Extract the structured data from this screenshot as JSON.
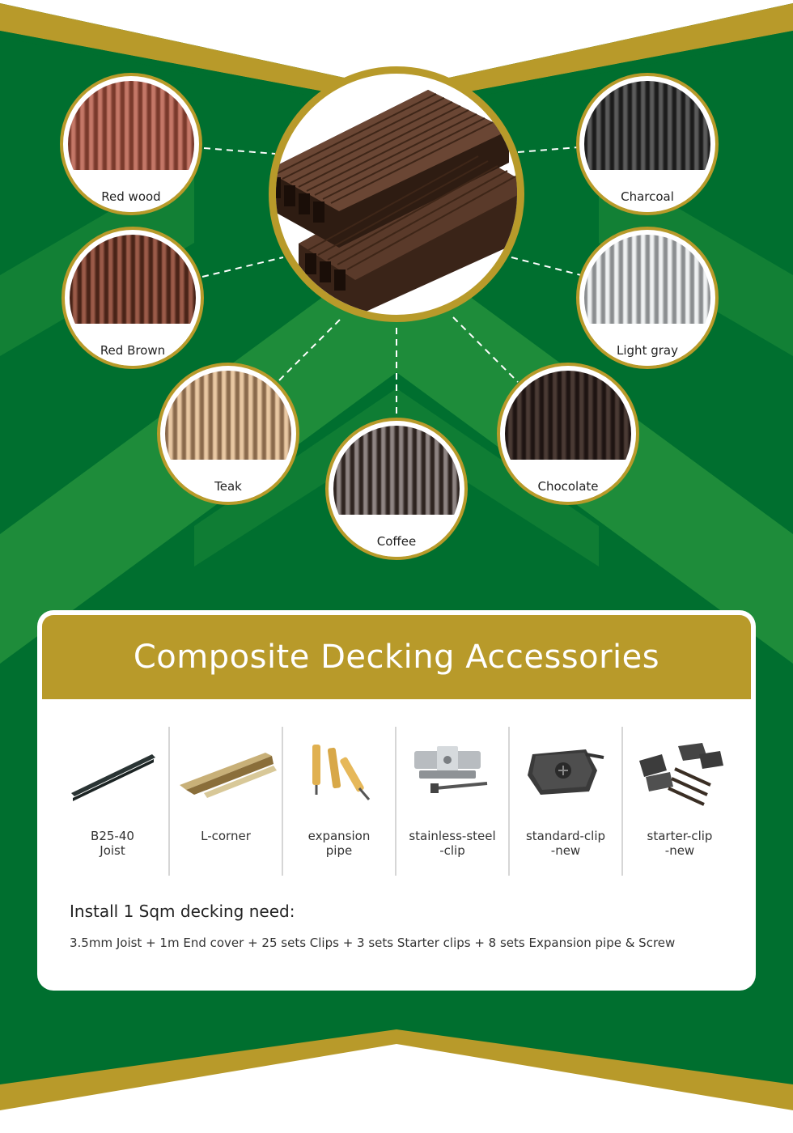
{
  "colors": {
    "dark_green": "#006f2f",
    "mid_green": "#1e8c3a",
    "gold": "#b89a2a",
    "white": "#ffffff"
  },
  "swatches": [
    {
      "label": "Red wood",
      "dark": "#7a3a2c",
      "light": "#c47767"
    },
    {
      "label": "Charcoal",
      "dark": "#1c1c1c",
      "light": "#5a5a5a"
    },
    {
      "label": "Red Brown",
      "dark": "#4a2418",
      "light": "#9a5a48"
    },
    {
      "label": "Light gray",
      "dark": "#8b8e90",
      "light": "#eef0f1"
    },
    {
      "label": "Teak",
      "dark": "#8a6a4c",
      "light": "#e8c7a2"
    },
    {
      "label": "Coffee",
      "dark": "#2e2420",
      "light": "#8e8482"
    },
    {
      "label": "Chocolate",
      "dark": "#1e1412",
      "light": "#4a3a34"
    }
  ],
  "hero": {
    "icon": "decking-board-icon",
    "color": "#5a3a2a"
  },
  "accessories_section": {
    "title": "Composite Decking Accessories",
    "items": [
      {
        "line1": "B25-40",
        "line2": "Joist",
        "icon": "joist-icon"
      },
      {
        "line1": "L-corner",
        "line2": "",
        "icon": "l-corner-icon"
      },
      {
        "line1": "expansion",
        "line2": "pipe",
        "icon": "expansion-pipe-icon"
      },
      {
        "line1": "stainless-steel",
        "line2": "-clip",
        "icon": "stainless-clip-icon"
      },
      {
        "line1": "standard-clip",
        "line2": "-new",
        "icon": "standard-clip-icon"
      },
      {
        "line1": "starter-clip",
        "line2": "-new",
        "icon": "starter-clip-icon"
      }
    ],
    "install_heading": "Install 1 Sqm decking need:",
    "install_text": "3.5mm Joist + 1m End cover + 25 sets Clips + 3 sets Starter clips + 8 sets Expansion pipe & Screw"
  }
}
